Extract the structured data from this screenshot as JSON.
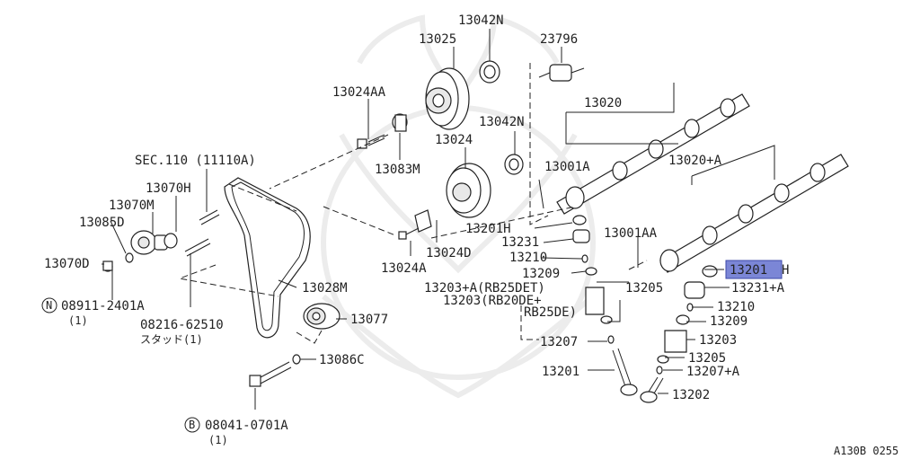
{
  "labels": {
    "p13042N_top": "13042N",
    "p13025": "13025",
    "p23796": "23796",
    "p13024AA": "13024AA",
    "p13020": "13020",
    "p13042N_mid": "13042N",
    "p13024": "13024",
    "p13083M": "13083M",
    "p13001A": "13001A",
    "p13020A": "13020+A",
    "sec110": "SEC.110 (11110A)",
    "p13070H": "13070H",
    "p13070M": "13070M",
    "p13085D": "13085D",
    "p13201H_left": "13201H",
    "p13001AA": "13001AA",
    "p13231": "13231",
    "p13024D": "13024D",
    "p13070D": "13070D",
    "p13210_left": "13210",
    "p13024A": "13024A",
    "p13201H_hl": "13201",
    "p13201H_hl_suffix": "H",
    "p13209_left": "13209",
    "p13231A": "13231+A",
    "p13203A": "13203+A(RB25DET)",
    "p13205_top": "13205",
    "p13028M": "13028M",
    "p13203": "13203(RB20DE+",
    "p13203_cont": "RB25DE)",
    "p13210_right": "13210",
    "n_ref": "N",
    "p08911": "08911-2401A",
    "qty1_a": "(1)",
    "p13209_right": "13209",
    "p13077": "13077",
    "p08216": "08216-62510",
    "stud_jp": "スタッド(1)",
    "p13207": "13207",
    "p13203_right": "13203",
    "p13086C": "13086C",
    "p13205_right": "13205",
    "p13201": "13201",
    "p13207A": "13207+A",
    "p13202": "13202",
    "b_ref": "B",
    "p08041": "08041-0701A",
    "qty1_b": "(1)",
    "figure_code": "A130B 0255"
  },
  "colors": {
    "line": "#222222",
    "highlight_fill": "#7b86d6",
    "highlight_border": "#3c48a8",
    "watermark": "#ececec"
  }
}
